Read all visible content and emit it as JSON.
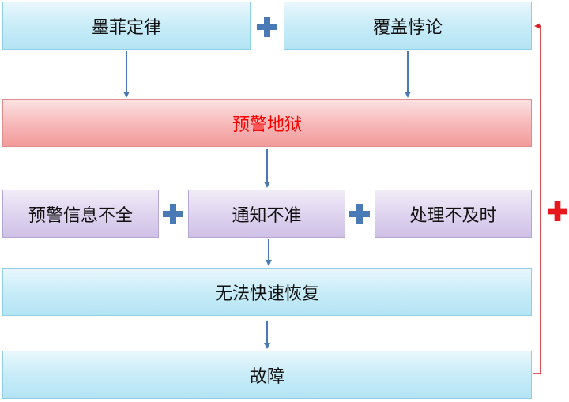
{
  "nodes": {
    "murphy": "墨菲定律",
    "coverage": "覆盖悖论",
    "alert_hell": "预警地狱",
    "alert_incomplete": "预警信息不全",
    "notify_inaccurate": "通知不准",
    "not_timely": "处理不及时",
    "slow_recovery": "无法快速恢复",
    "failure": "故障"
  },
  "colors": {
    "alert_hell_text": "#ff0000",
    "arrow": "#4a7ab5",
    "feedback": "#d9222a",
    "plus_blue": "#4a7ab5",
    "plus_red": "#e8161d"
  }
}
